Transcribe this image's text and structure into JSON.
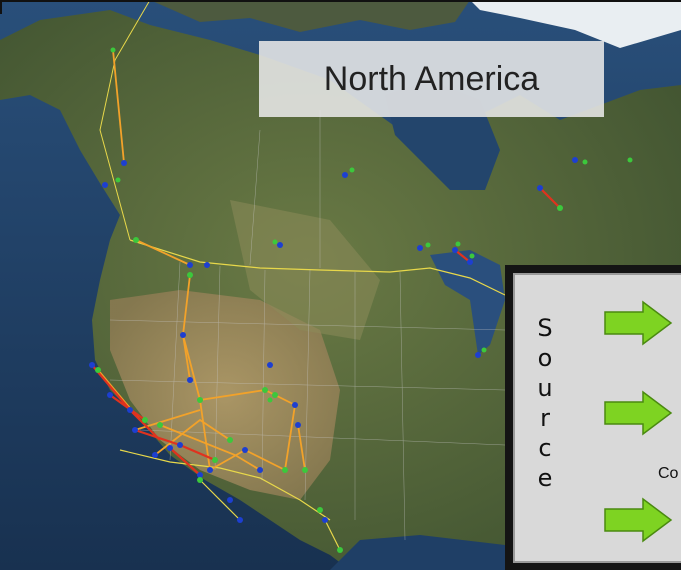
{
  "title": "North America",
  "legend": {
    "source_label": "Source",
    "partial_label": "Co"
  },
  "colors": {
    "ocean": "#1f3f66",
    "land": "#55683a",
    "desert": "#a68f63",
    "border": "#e8d84a",
    "link_orange": "#f2a22a",
    "link_red": "#e0321e",
    "node_blue": "#1d3fd1",
    "node_green": "#3cc83c",
    "arrow_fill": "#7ed322"
  },
  "arrows": [
    "green-arrow-icon",
    "green-arrow-icon",
    "green-arrow-icon"
  ]
}
